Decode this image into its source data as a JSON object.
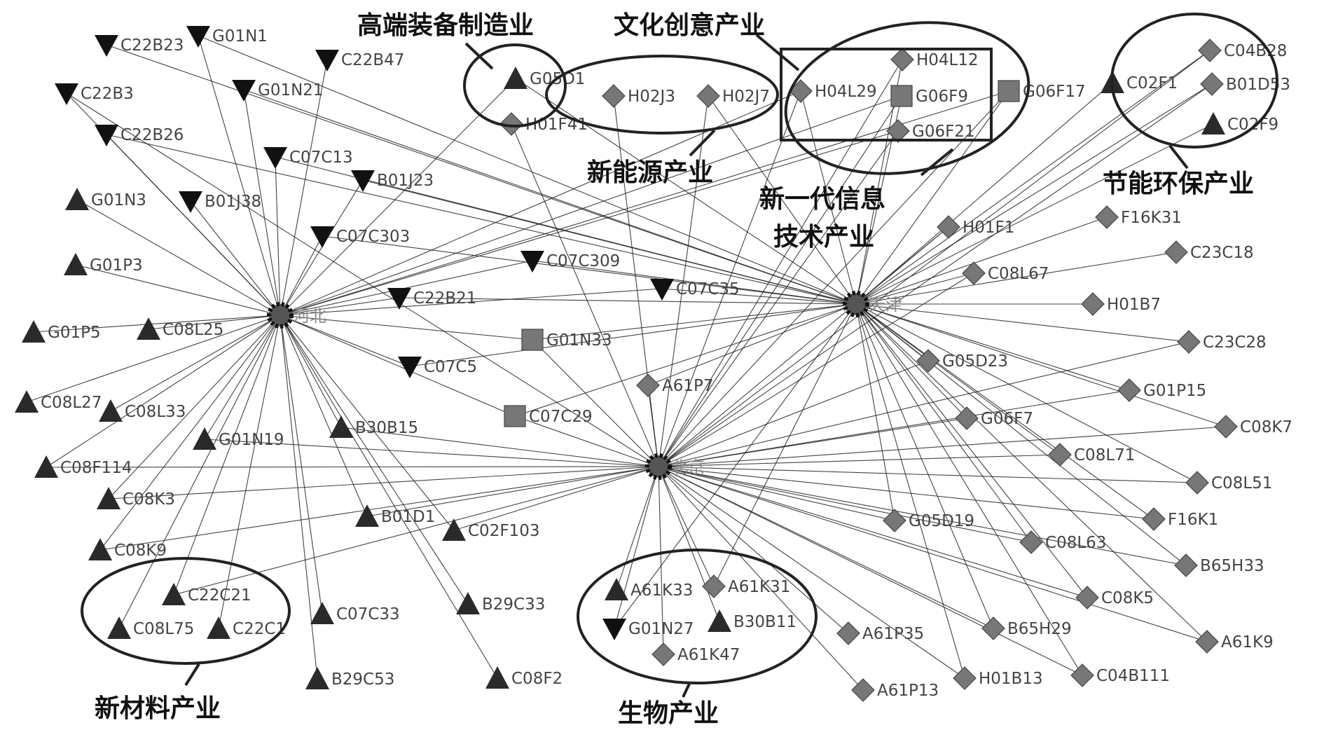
{
  "hubs": [
    {
      "id": "hebei",
      "label": "河北"
    },
    {
      "id": "tianjin",
      "label": "天津"
    },
    {
      "id": "beijing",
      "label": "北京"
    }
  ],
  "nodes": [
    {
      "label": "C22B23",
      "shape": "tri-down",
      "links": [
        "tianjin"
      ]
    },
    {
      "label": "G01N1",
      "shape": "tri-down",
      "links": [
        "hebei",
        "tianjin"
      ]
    },
    {
      "label": "C22B47",
      "shape": "tri-down",
      "links": [
        "hebei"
      ]
    },
    {
      "label": "C22B3",
      "shape": "tri-down",
      "links": [
        "hebei",
        "beijing"
      ]
    },
    {
      "label": "G01N21",
      "shape": "tri-down",
      "links": [
        "hebei",
        "tianjin"
      ]
    },
    {
      "label": "C22B26",
      "shape": "tri-down",
      "links": [
        "hebei",
        "tianjin"
      ]
    },
    {
      "label": "C07C13",
      "shape": "tri-down",
      "links": [
        "hebei",
        "tianjin"
      ]
    },
    {
      "label": "B01J23",
      "shape": "tri-down",
      "links": [
        "hebei",
        "tianjin"
      ]
    },
    {
      "label": "B01J38",
      "shape": "tri-down",
      "links": [
        "hebei"
      ]
    },
    {
      "label": "C07C303",
      "shape": "tri-down",
      "links": [
        "hebei",
        "tianjin"
      ]
    },
    {
      "label": "C07C309",
      "shape": "tri-down",
      "links": [
        "hebei",
        "tianjin"
      ]
    },
    {
      "label": "C07C35",
      "shape": "tri-down",
      "links": [
        "hebei",
        "tianjin"
      ]
    },
    {
      "label": "C22B21",
      "shape": "tri-down",
      "links": [
        "hebei",
        "tianjin"
      ]
    },
    {
      "label": "C07C5",
      "shape": "tri-down",
      "links": [
        "hebei",
        "tianjin"
      ]
    },
    {
      "label": "G01N27",
      "shape": "tri-down",
      "links": [
        "beijing",
        "tianjin"
      ]
    },
    {
      "label": "G01N3",
      "shape": "tri-up",
      "links": [
        "hebei"
      ]
    },
    {
      "label": "G01P3",
      "shape": "tri-up",
      "links": [
        "hebei"
      ]
    },
    {
      "label": "G01P5",
      "shape": "tri-up",
      "links": [
        "hebei"
      ]
    },
    {
      "label": "C08L25",
      "shape": "tri-up",
      "links": [
        "hebei"
      ]
    },
    {
      "label": "C08L27",
      "shape": "tri-up",
      "links": [
        "hebei"
      ]
    },
    {
      "label": "C08L33",
      "shape": "tri-up",
      "links": [
        "hebei"
      ]
    },
    {
      "label": "G01N19",
      "shape": "tri-up",
      "links": [
        "hebei",
        "beijing"
      ]
    },
    {
      "label": "B30B15",
      "shape": "tri-up",
      "links": [
        "hebei",
        "beijing"
      ]
    },
    {
      "label": "C08F114",
      "shape": "tri-up",
      "links": [
        "hebei",
        "beijing"
      ]
    },
    {
      "label": "C08K3",
      "shape": "tri-up",
      "links": [
        "hebei",
        "beijing"
      ]
    },
    {
      "label": "B01D1",
      "shape": "tri-up",
      "links": [
        "hebei",
        "beijing"
      ]
    },
    {
      "label": "C02F103",
      "shape": "tri-up",
      "links": [
        "hebei",
        "beijing"
      ]
    },
    {
      "label": "C08K9",
      "shape": "tri-up",
      "links": [
        "hebei",
        "beijing"
      ]
    },
    {
      "label": "C22C21",
      "shape": "tri-up",
      "links": [
        "hebei",
        "beijing"
      ]
    },
    {
      "label": "C08L75",
      "shape": "tri-up",
      "links": [
        "hebei"
      ]
    },
    {
      "label": "C22C1",
      "shape": "tri-up",
      "links": [
        "hebei"
      ]
    },
    {
      "label": "C07C33",
      "shape": "tri-up",
      "links": [
        "hebei"
      ]
    },
    {
      "label": "B29C33",
      "shape": "tri-up",
      "links": [
        "hebei"
      ]
    },
    {
      "label": "B29C53",
      "shape": "tri-up",
      "links": [
        "hebei"
      ]
    },
    {
      "label": "C08F2",
      "shape": "tri-up",
      "links": [
        "hebei"
      ]
    },
    {
      "label": "A61K33",
      "shape": "tri-up",
      "links": [
        "beijing"
      ]
    },
    {
      "label": "B30B11",
      "shape": "tri-up",
      "links": [
        "beijing"
      ]
    },
    {
      "label": "G05D1",
      "shape": "tri-up",
      "links": [
        "hebei",
        "tianjin"
      ]
    },
    {
      "label": "C02F1",
      "shape": "tri-up",
      "links": [
        "tianjin"
      ]
    },
    {
      "label": "C02F9",
      "shape": "tri-up",
      "links": [
        "tianjin"
      ]
    },
    {
      "label": "H01F41",
      "shape": "diamond",
      "links": [
        "beijing"
      ]
    },
    {
      "label": "H02J3",
      "shape": "diamond",
      "links": [
        "beijing"
      ]
    },
    {
      "label": "H02J7",
      "shape": "diamond",
      "links": [
        "beijing",
        "tianjin"
      ]
    },
    {
      "label": "H04L29",
      "shape": "diamond",
      "links": [
        "hebei",
        "beijing",
        "tianjin"
      ]
    },
    {
      "label": "H04L12",
      "shape": "diamond",
      "links": [
        "beijing",
        "tianjin"
      ]
    },
    {
      "label": "G06F21",
      "shape": "diamond",
      "links": [
        "hebei",
        "beijing"
      ]
    },
    {
      "label": "C04B28",
      "shape": "diamond",
      "links": [
        "tianjin",
        "beijing"
      ]
    },
    {
      "label": "B01D53",
      "shape": "diamond",
      "links": [
        "tianjin",
        "beijing"
      ]
    },
    {
      "label": "H01F1",
      "shape": "diamond",
      "links": [
        "tianjin",
        "beijing"
      ]
    },
    {
      "label": "F16K31",
      "shape": "diamond",
      "links": [
        "tianjin"
      ]
    },
    {
      "label": "C08L67",
      "shape": "diamond",
      "links": [
        "tianjin",
        "beijing"
      ]
    },
    {
      "label": "C23C18",
      "shape": "diamond",
      "links": [
        "tianjin"
      ]
    },
    {
      "label": "H01B7",
      "shape": "diamond",
      "links": [
        "tianjin"
      ]
    },
    {
      "label": "C23C28",
      "shape": "diamond",
      "links": [
        "tianjin",
        "beijing"
      ]
    },
    {
      "label": "G05D23",
      "shape": "diamond",
      "links": [
        "tianjin",
        "beijing"
      ]
    },
    {
      "label": "G01P15",
      "shape": "diamond",
      "links": [
        "tianjin",
        "beijing"
      ]
    },
    {
      "label": "G06F7",
      "shape": "diamond",
      "links": [
        "tianjin",
        "beijing"
      ]
    },
    {
      "label": "C08K7",
      "shape": "diamond",
      "links": [
        "tianjin",
        "beijing"
      ]
    },
    {
      "label": "C08L71",
      "shape": "diamond",
      "links": [
        "tianjin",
        "beijing"
      ]
    },
    {
      "label": "C08L51",
      "shape": "diamond",
      "links": [
        "tianjin",
        "beijing"
      ]
    },
    {
      "label": "G05D19",
      "shape": "diamond",
      "links": [
        "tianjin",
        "beijing"
      ]
    },
    {
      "label": "F16K1",
      "shape": "diamond",
      "links": [
        "tianjin",
        "beijing"
      ]
    },
    {
      "label": "C08L63",
      "shape": "diamond",
      "links": [
        "tianjin",
        "beijing"
      ]
    },
    {
      "label": "B65H33",
      "shape": "diamond",
      "links": [
        "tianjin",
        "beijing"
      ]
    },
    {
      "label": "C08K5",
      "shape": "diamond",
      "links": [
        "tianjin",
        "beijing"
      ]
    },
    {
      "label": "A61P35",
      "shape": "diamond",
      "links": [
        "beijing"
      ]
    },
    {
      "label": "B65H29",
      "shape": "diamond",
      "links": [
        "tianjin",
        "beijing"
      ]
    },
    {
      "label": "A61K9",
      "shape": "diamond",
      "links": [
        "tianjin",
        "beijing"
      ]
    },
    {
      "label": "H01B13",
      "shape": "diamond",
      "links": [
        "tianjin",
        "beijing"
      ]
    },
    {
      "label": "C04B111",
      "shape": "diamond",
      "links": [
        "tianjin",
        "beijing"
      ]
    },
    {
      "label": "A61P13",
      "shape": "diamond",
      "links": [
        "beijing"
      ]
    },
    {
      "label": "A61P7",
      "shape": "diamond",
      "links": [
        "beijing",
        "tianjin"
      ]
    },
    {
      "label": "A61K31",
      "shape": "diamond",
      "links": [
        "beijing",
        "tianjin"
      ]
    },
    {
      "label": "A61K47",
      "shape": "diamond",
      "links": [
        "beijing"
      ]
    },
    {
      "label": "G06F9",
      "shape": "square",
      "links": [
        "hebei",
        "beijing",
        "tianjin"
      ]
    },
    {
      "label": "G06F17",
      "shape": "square",
      "links": [
        "hebei",
        "beijing",
        "tianjin"
      ]
    },
    {
      "label": "G01N33",
      "shape": "square",
      "links": [
        "hebei",
        "beijing",
        "tianjin"
      ]
    },
    {
      "label": "C07C29",
      "shape": "square",
      "links": [
        "hebei",
        "beijing",
        "tianjin"
      ]
    }
  ],
  "groups": {
    "high_end": "高端装备制造业",
    "culture": "文化创意产业",
    "new_energy": "新能源产业",
    "it_line1": "新一代信息",
    "it_line2": "技术产业",
    "energy_saving": "节能环保产业",
    "new_material": "新材料产业",
    "bio": "生物产业"
  }
}
